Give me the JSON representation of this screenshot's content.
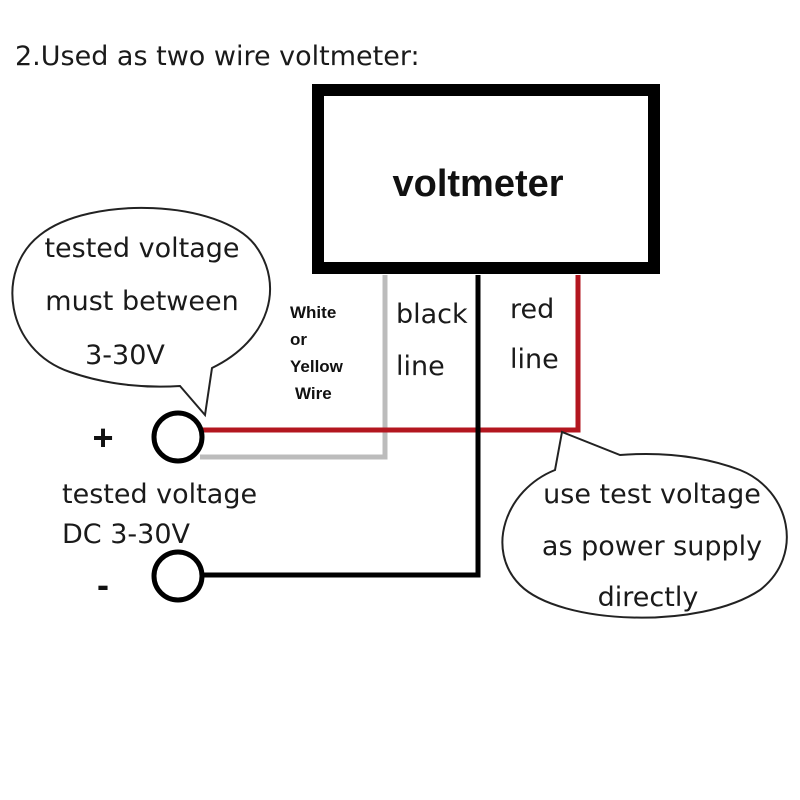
{
  "title": "2.Used as two wire voltmeter:",
  "device_label": "voltmeter",
  "bubbles": {
    "range_note": [
      "tested voltage",
      "must between",
      "3-30V"
    ],
    "power_note": [
      "use test voltage",
      "as power supply",
      "directly"
    ]
  },
  "wire_labels": {
    "white": [
      "White",
      "or",
      "Yellow",
      "Wire"
    ],
    "black": [
      "black",
      "line"
    ],
    "red": [
      "red",
      "line"
    ]
  },
  "terminals": {
    "positive_sign": "+",
    "negative_sign": "-",
    "input_label": [
      "tested voltage",
      "DC 3-30V"
    ]
  },
  "colors": {
    "red_wire": "#b3161f",
    "white_wire": "#bcbcbc",
    "black_wire": "#000000"
  }
}
